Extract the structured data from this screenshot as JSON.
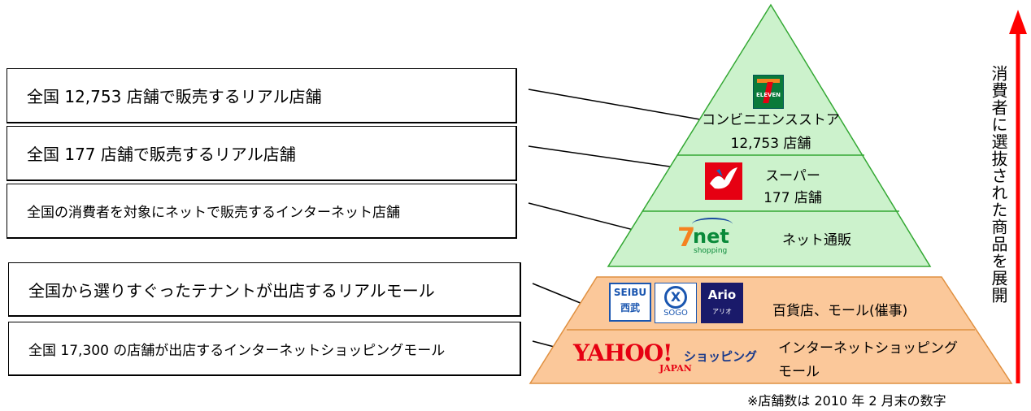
{
  "left_boxes": [
    {
      "text": "全国 12,753 店舗で販売するリアル店舗"
    },
    {
      "text": "全国 177 店舗で販売するリアル店舗"
    },
    {
      "text": "全国の消費者を対象にネットで販売するインターネット店舗"
    },
    {
      "text": "全国から選りすぐったテナントが出店するリアルモール"
    },
    {
      "text": "全国 17,300 の店舗が出店するインターネットショッピングモール"
    }
  ],
  "pyramid": {
    "convenience": {
      "line1": "コンビニエンスストア",
      "line2": "12,753 店舗",
      "logo": "seven-eleven-logo",
      "logo_text": "ELEVEN"
    },
    "super": {
      "line1": "スーパー",
      "line2": "177 店舗",
      "logo": "ito-yokado-dove-logo"
    },
    "net": {
      "line1": "ネット通販",
      "logo": "7net-shopping-logo",
      "logo_main": "net",
      "logo_sub": "shopping"
    },
    "dept": {
      "line1": "百貨店、モール(催事)",
      "logos": [
        "SEIBU",
        "西武",
        "SOGO",
        "Ario",
        "アリオ"
      ]
    },
    "yahoo": {
      "line1": "インターネットショッピング",
      "line2": "モール",
      "logo_main": "YAHOO!",
      "logo_sub": "JAPAN",
      "logo_suffix": "ショッピング"
    }
  },
  "vertical_label": "消費者に選抜された商品を展開",
  "footnote": "※店舗数は 2010 年 2 月末の数字",
  "colors": {
    "green": "#ccf2cc",
    "green_stroke": "#33a833",
    "orange": "#fbc89a",
    "orange_stroke": "#e09040",
    "arrow": "#ff0000"
  }
}
